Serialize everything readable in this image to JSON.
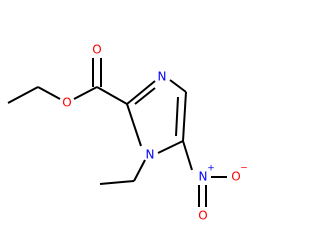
{
  "molecule": {
    "atoms": {
      "ester_carbonyl_o": {
        "symbol": "O",
        "color": "#ff0000"
      },
      "ester_ether_o": {
        "symbol": "O",
        "color": "#ff0000"
      },
      "ring_n3": {
        "symbol": "N",
        "color": "#0000ff"
      },
      "ring_n1": {
        "symbol": "N",
        "color": "#0000ff"
      },
      "nitro_n": {
        "symbol": "N",
        "color": "#0000ff",
        "charge": "+"
      },
      "nitro_o_minus": {
        "symbol": "O",
        "color": "#ff0000",
        "charge": "−"
      }
    },
    "bond_color": "#000000"
  }
}
